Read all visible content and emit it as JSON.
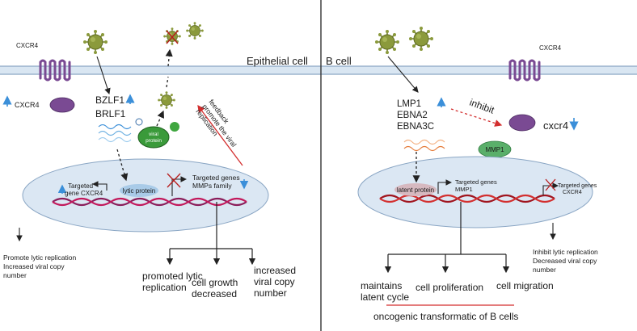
{
  "left_panel": {
    "receptor_label": "CXCR4",
    "cell_label": "Epithelial cell",
    "cxcr4_level_label": "CXCR4",
    "genes": [
      "BZLF1",
      "BRLF1"
    ],
    "viral_protein_label": [
      "viral",
      "protein"
    ],
    "feedback_label": [
      "feedback",
      "promote the viral",
      "replication"
    ],
    "lytic_protein_label": "lytic protein",
    "target_cxcr4_label": [
      "Targeted",
      "gene CXCR4"
    ],
    "target_mmp_label": [
      "Targeted genes",
      "MMPs family"
    ],
    "outcome_left": [
      "Promote lytic replication",
      "Increased viral copy",
      "number"
    ],
    "bottom_outcomes": [
      [
        "promoted lytic",
        "replication"
      ],
      [
        "cell growth",
        "decreased"
      ],
      [
        "increased",
        "viral copy",
        "number"
      ]
    ]
  },
  "right_panel": {
    "cell_label": "B cell",
    "receptor_label": "CXCR4",
    "genes": [
      "LMP1",
      "EBNA2",
      "EBNA3C"
    ],
    "inhibit_label": "inhibit",
    "cxcr4_label": "cxcr4",
    "mmp1_label": "MMP1",
    "latent_protein_label": "latent protein",
    "target_mmp1_label": [
      "Targeted genes",
      "MMP1"
    ],
    "target_cxcr4_label": [
      "Targeted genes",
      "CXCR4"
    ],
    "outcome_right": [
      "Inhibit lytic replication",
      "Decreased viral copy",
      "number"
    ],
    "bottom_outcomes": [
      [
        "maintains",
        "latent  cycle"
      ],
      [
        "cell proliferation"
      ],
      [
        "cell migration"
      ]
    ],
    "summary": "oncogenic transformatic of B cells"
  },
  "colors": {
    "membrane": "#b8cde0",
    "membrane_line": "#8aa6c4",
    "nucleus": "#dbe7f3",
    "receptor": "#7a4a93",
    "virus": "#8b9a3c",
    "up_arrow": "#3b8fd9",
    "red": "#d32f2f"
  }
}
